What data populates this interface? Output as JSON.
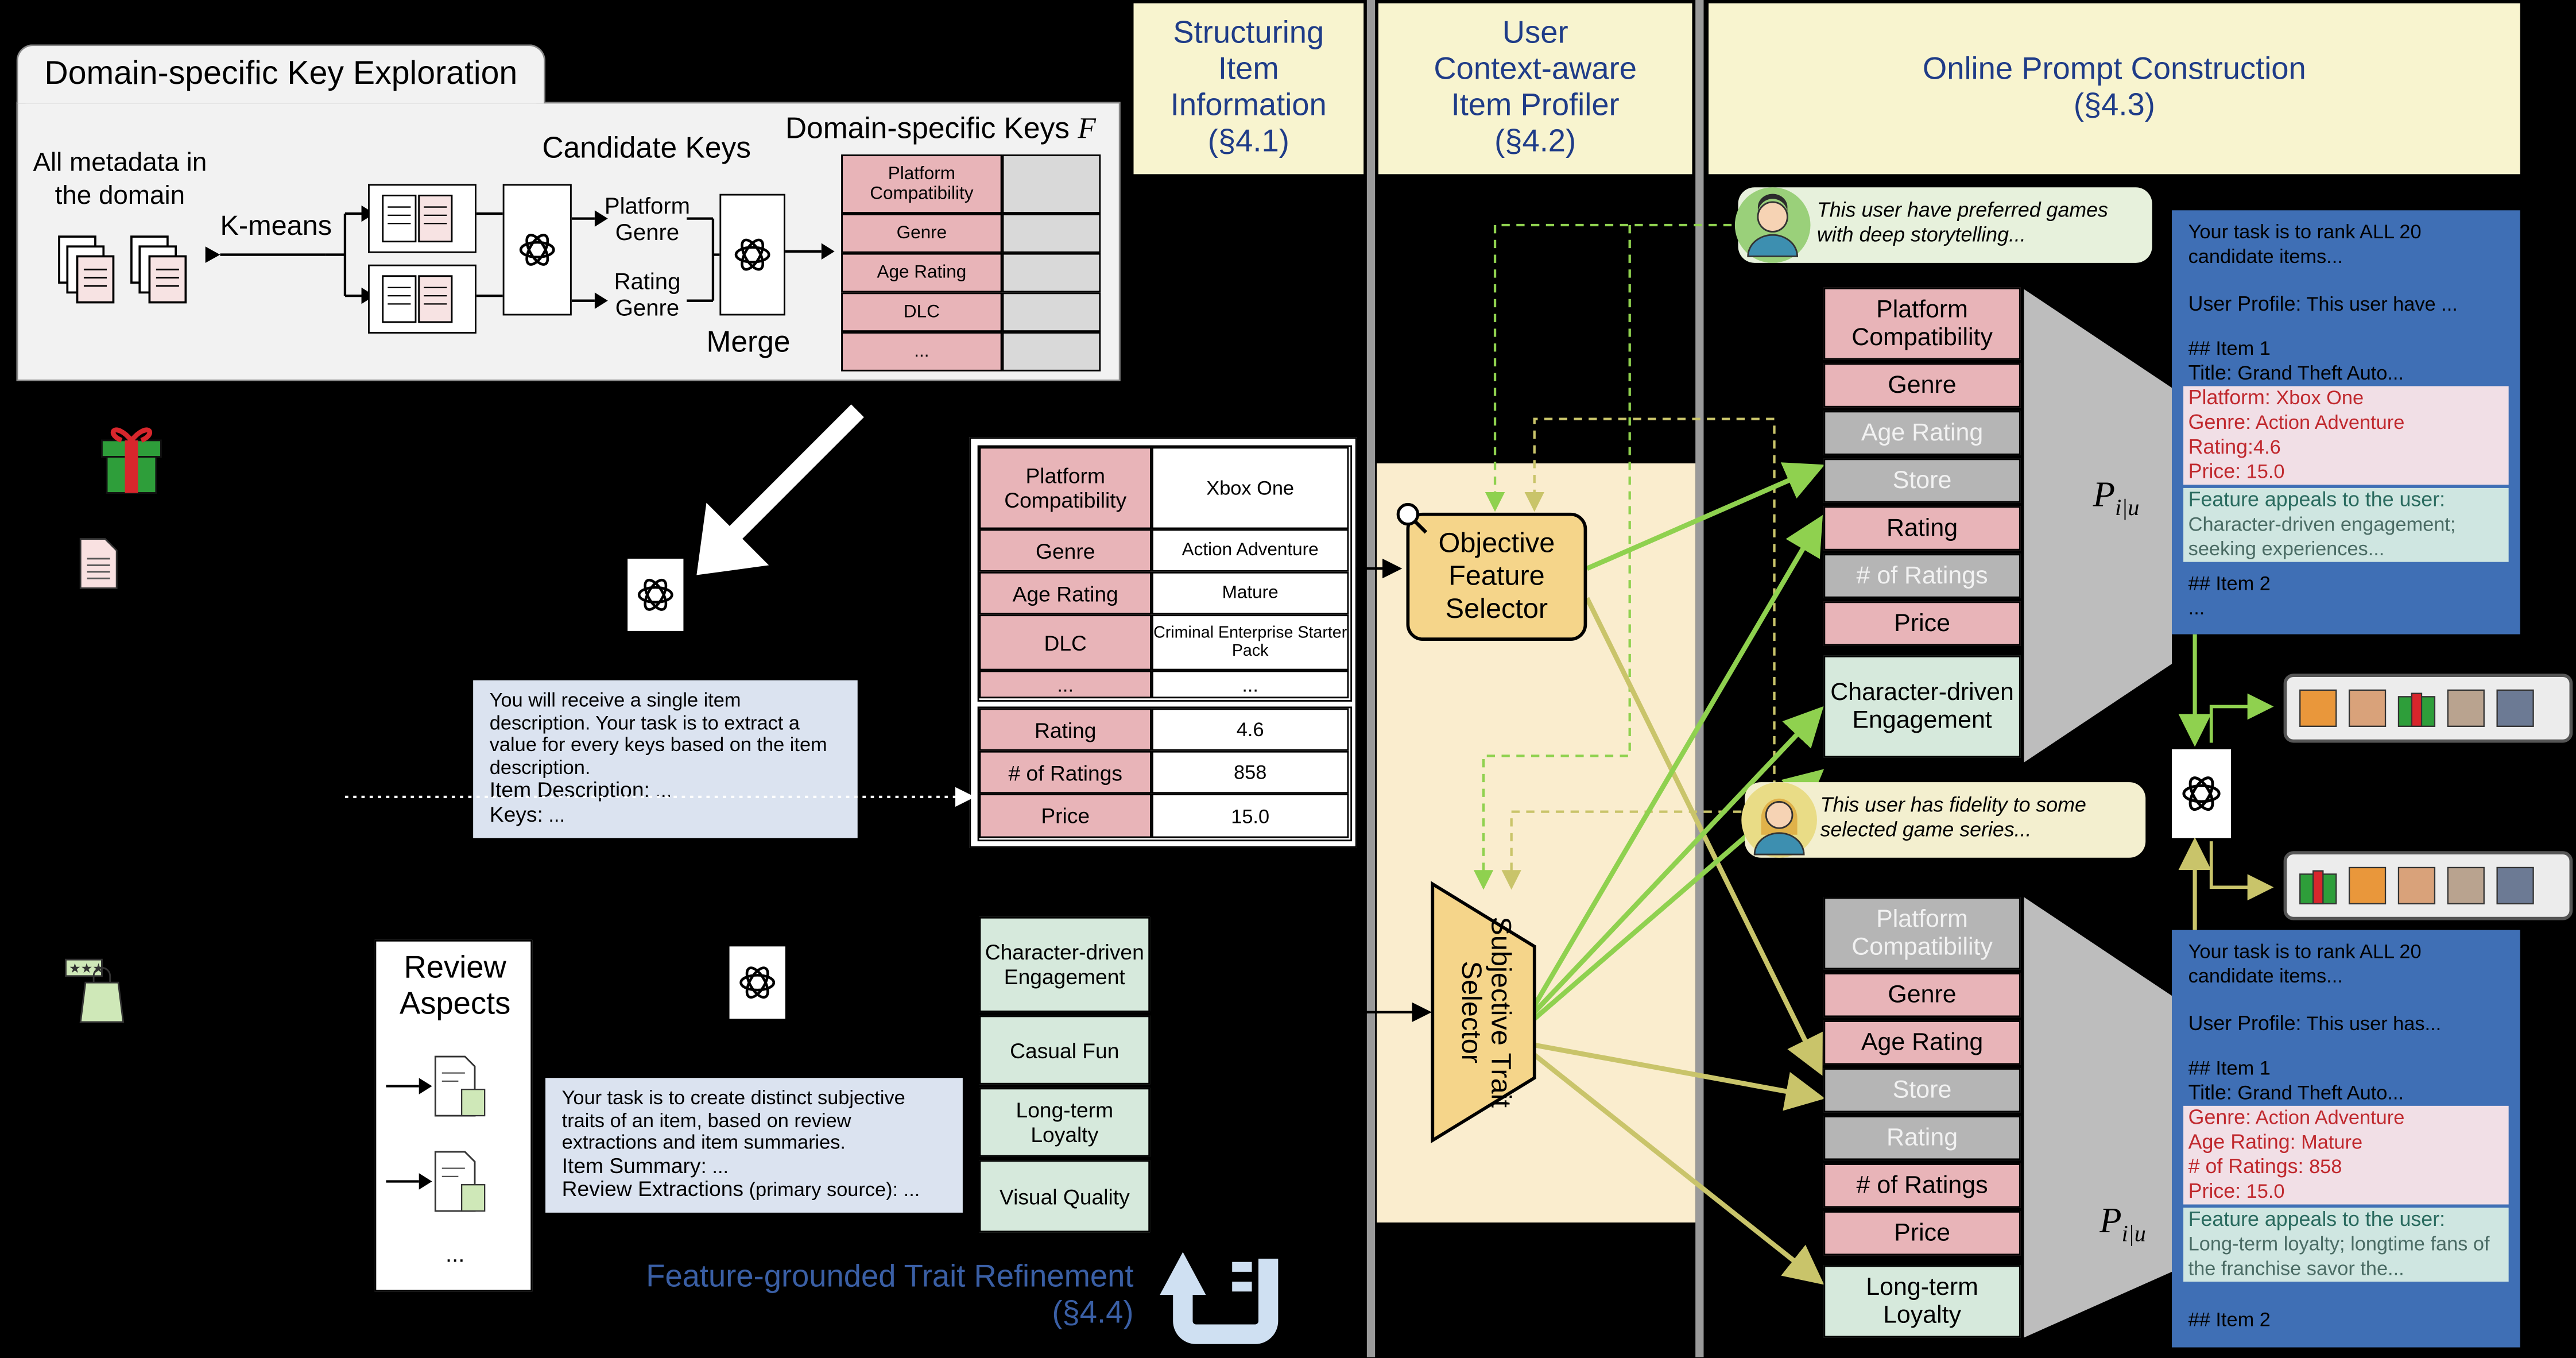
{
  "section_headers": {
    "s41": [
      "Structuring",
      "Item",
      "Information",
      "(§4.1)"
    ],
    "s42": [
      "User",
      "Context-aware",
      "Item Profiler",
      "(§4.2)"
    ],
    "s43": [
      "Online Prompt Construction",
      "(§4.3)"
    ]
  },
  "key_exploration": {
    "title": "Domain-specific Key Exploration",
    "metadata_label": "All metadata in the domain",
    "kmeans": "K-means",
    "candidate_keys_title": "Candidate Keys",
    "candidate_group1": "Platform Genre",
    "candidate_group2": "Rating Genre",
    "merge": "Merge",
    "domain_keys_title": "Domain-specific Keys",
    "domain_keys_symbol": "F",
    "domain_keys": [
      "Platform Compatibility",
      "Genre",
      "Age Rating",
      "DLC",
      "..."
    ]
  },
  "extraction_prompt": {
    "text": "You will receive a single item description. Your task is to extract a value for every keys based on the item description.",
    "item_description_label": "Item Description:",
    "item_description_value": "...",
    "keys_label": "Keys:",
    "keys_value": "..."
  },
  "item_table": {
    "rows_top": [
      {
        "key": "Platform Compatibility",
        "value": "Xbox One"
      },
      {
        "key": "Genre",
        "value": "Action Adventure"
      },
      {
        "key": "Age Rating",
        "value": "Mature"
      },
      {
        "key": "DLC",
        "value": "Criminal Enterprise Starter Pack"
      },
      {
        "key": "...",
        "value": "..."
      }
    ],
    "rows_bottom": [
      {
        "key": "Rating",
        "value": "4.6"
      },
      {
        "key": "# of Ratings",
        "value": "858"
      },
      {
        "key": "Price",
        "value": "15.0"
      }
    ]
  },
  "review_aspects": {
    "title": "Review Aspects",
    "ellipsis": "..."
  },
  "trait_prompt": {
    "text": "Your task is to create distinct subjective traits of an item, based on review extractions and item summaries.",
    "summary_label": "Item Summary:",
    "summary_value": "...",
    "extractions_label": "Review Extractions",
    "extractions_note": "(primary source):",
    "extractions_value": "..."
  },
  "traits": [
    "Character-driven Engagement",
    "Casual Fun",
    "Long-term Loyalty",
    "Visual Quality"
  ],
  "refinement": {
    "title": "Feature-grounded Trait Refinement",
    "section": "(§4.4)"
  },
  "selectors": {
    "objective": "Objective Feature Selector",
    "subjective": "Subjective Trait Selector"
  },
  "users": {
    "user1": "This user have preferred games with deep storytelling...",
    "user2": "This user has fidelity to some selected game series..."
  },
  "feature_stack_1": {
    "items": [
      {
        "label": "Platform Compatibility",
        "state": "selected"
      },
      {
        "label": "Genre",
        "state": "selected"
      },
      {
        "label": "Age Rating",
        "state": "unselected"
      },
      {
        "label": "Store",
        "state": "unselected"
      },
      {
        "label": "Rating",
        "state": "selected"
      },
      {
        "label": "# of Ratings",
        "state": "unselected"
      },
      {
        "label": "Price",
        "state": "selected"
      }
    ],
    "trait": "Character-driven Engagement"
  },
  "feature_stack_2": {
    "items": [
      {
        "label": "Platform Compatibility",
        "state": "unselected"
      },
      {
        "label": "Genre",
        "state": "selected"
      },
      {
        "label": "Age Rating",
        "state": "selected"
      },
      {
        "label": "Store",
        "state": "unselected"
      },
      {
        "label": "Rating",
        "state": "unselected"
      },
      {
        "label": "# of Ratings",
        "state": "selected"
      },
      {
        "label": "Price",
        "state": "selected"
      }
    ],
    "trait": "Long-term Loyalty"
  },
  "prompt_symbol": {
    "base": "P",
    "sub": "i|u"
  },
  "prompt_card_1": {
    "task": "Your task is to rank ALL 20 candidate items...",
    "profile_label": "User Profile:",
    "profile_value": "This user have ...",
    "item1_header": "## Item 1",
    "title_label": "Title:",
    "title_value": "Grand Theft Auto...",
    "features": [
      {
        "label": "Platform:",
        "value": "Xbox One"
      },
      {
        "label": "Genre:",
        "value": "Action Adventure"
      },
      {
        "label": "Rating:",
        "value": "4.6"
      },
      {
        "label": "Price:",
        "value": "15.0"
      }
    ],
    "appeal_label": "Feature appeals to the user:",
    "appeal_value": "Character-driven engagement; seeking experiences...",
    "item2_header": "## Item 2",
    "tail": "..."
  },
  "prompt_card_2": {
    "task": "Your task is to rank ALL 20 candidate items...",
    "profile_label": "User Profile:",
    "profile_value": "This user has...",
    "item1_header": "## Item 1",
    "title_label": "Title:",
    "title_value": "Grand Theft Auto...",
    "features": [
      {
        "label": "Genre:",
        "value": "Action Adventure"
      },
      {
        "label": "Age Rating:",
        "value": "Mature"
      },
      {
        "label": "# of Ratings:",
        "value": "858"
      },
      {
        "label": "Price:",
        "value": "15.0"
      }
    ],
    "appeal_label": "Feature appeals to the user:",
    "appeal_value": "Long-term loyalty; longtime fans of the franchise savor the...",
    "item2_header": "## Item 2"
  },
  "colors": {
    "header_bg": "#f8f4cf",
    "header_text": "#1f3c88",
    "pink": "#e8b4b8",
    "grey": "#b5b5b5",
    "trait_green": "#d6e9dc",
    "selector_fill": "#f5d58a",
    "card_blue": "#3f6fb5",
    "arrow_green": "#8fd14f",
    "arrow_olive": "#c9c46a",
    "feature_red": "#c0282d"
  }
}
